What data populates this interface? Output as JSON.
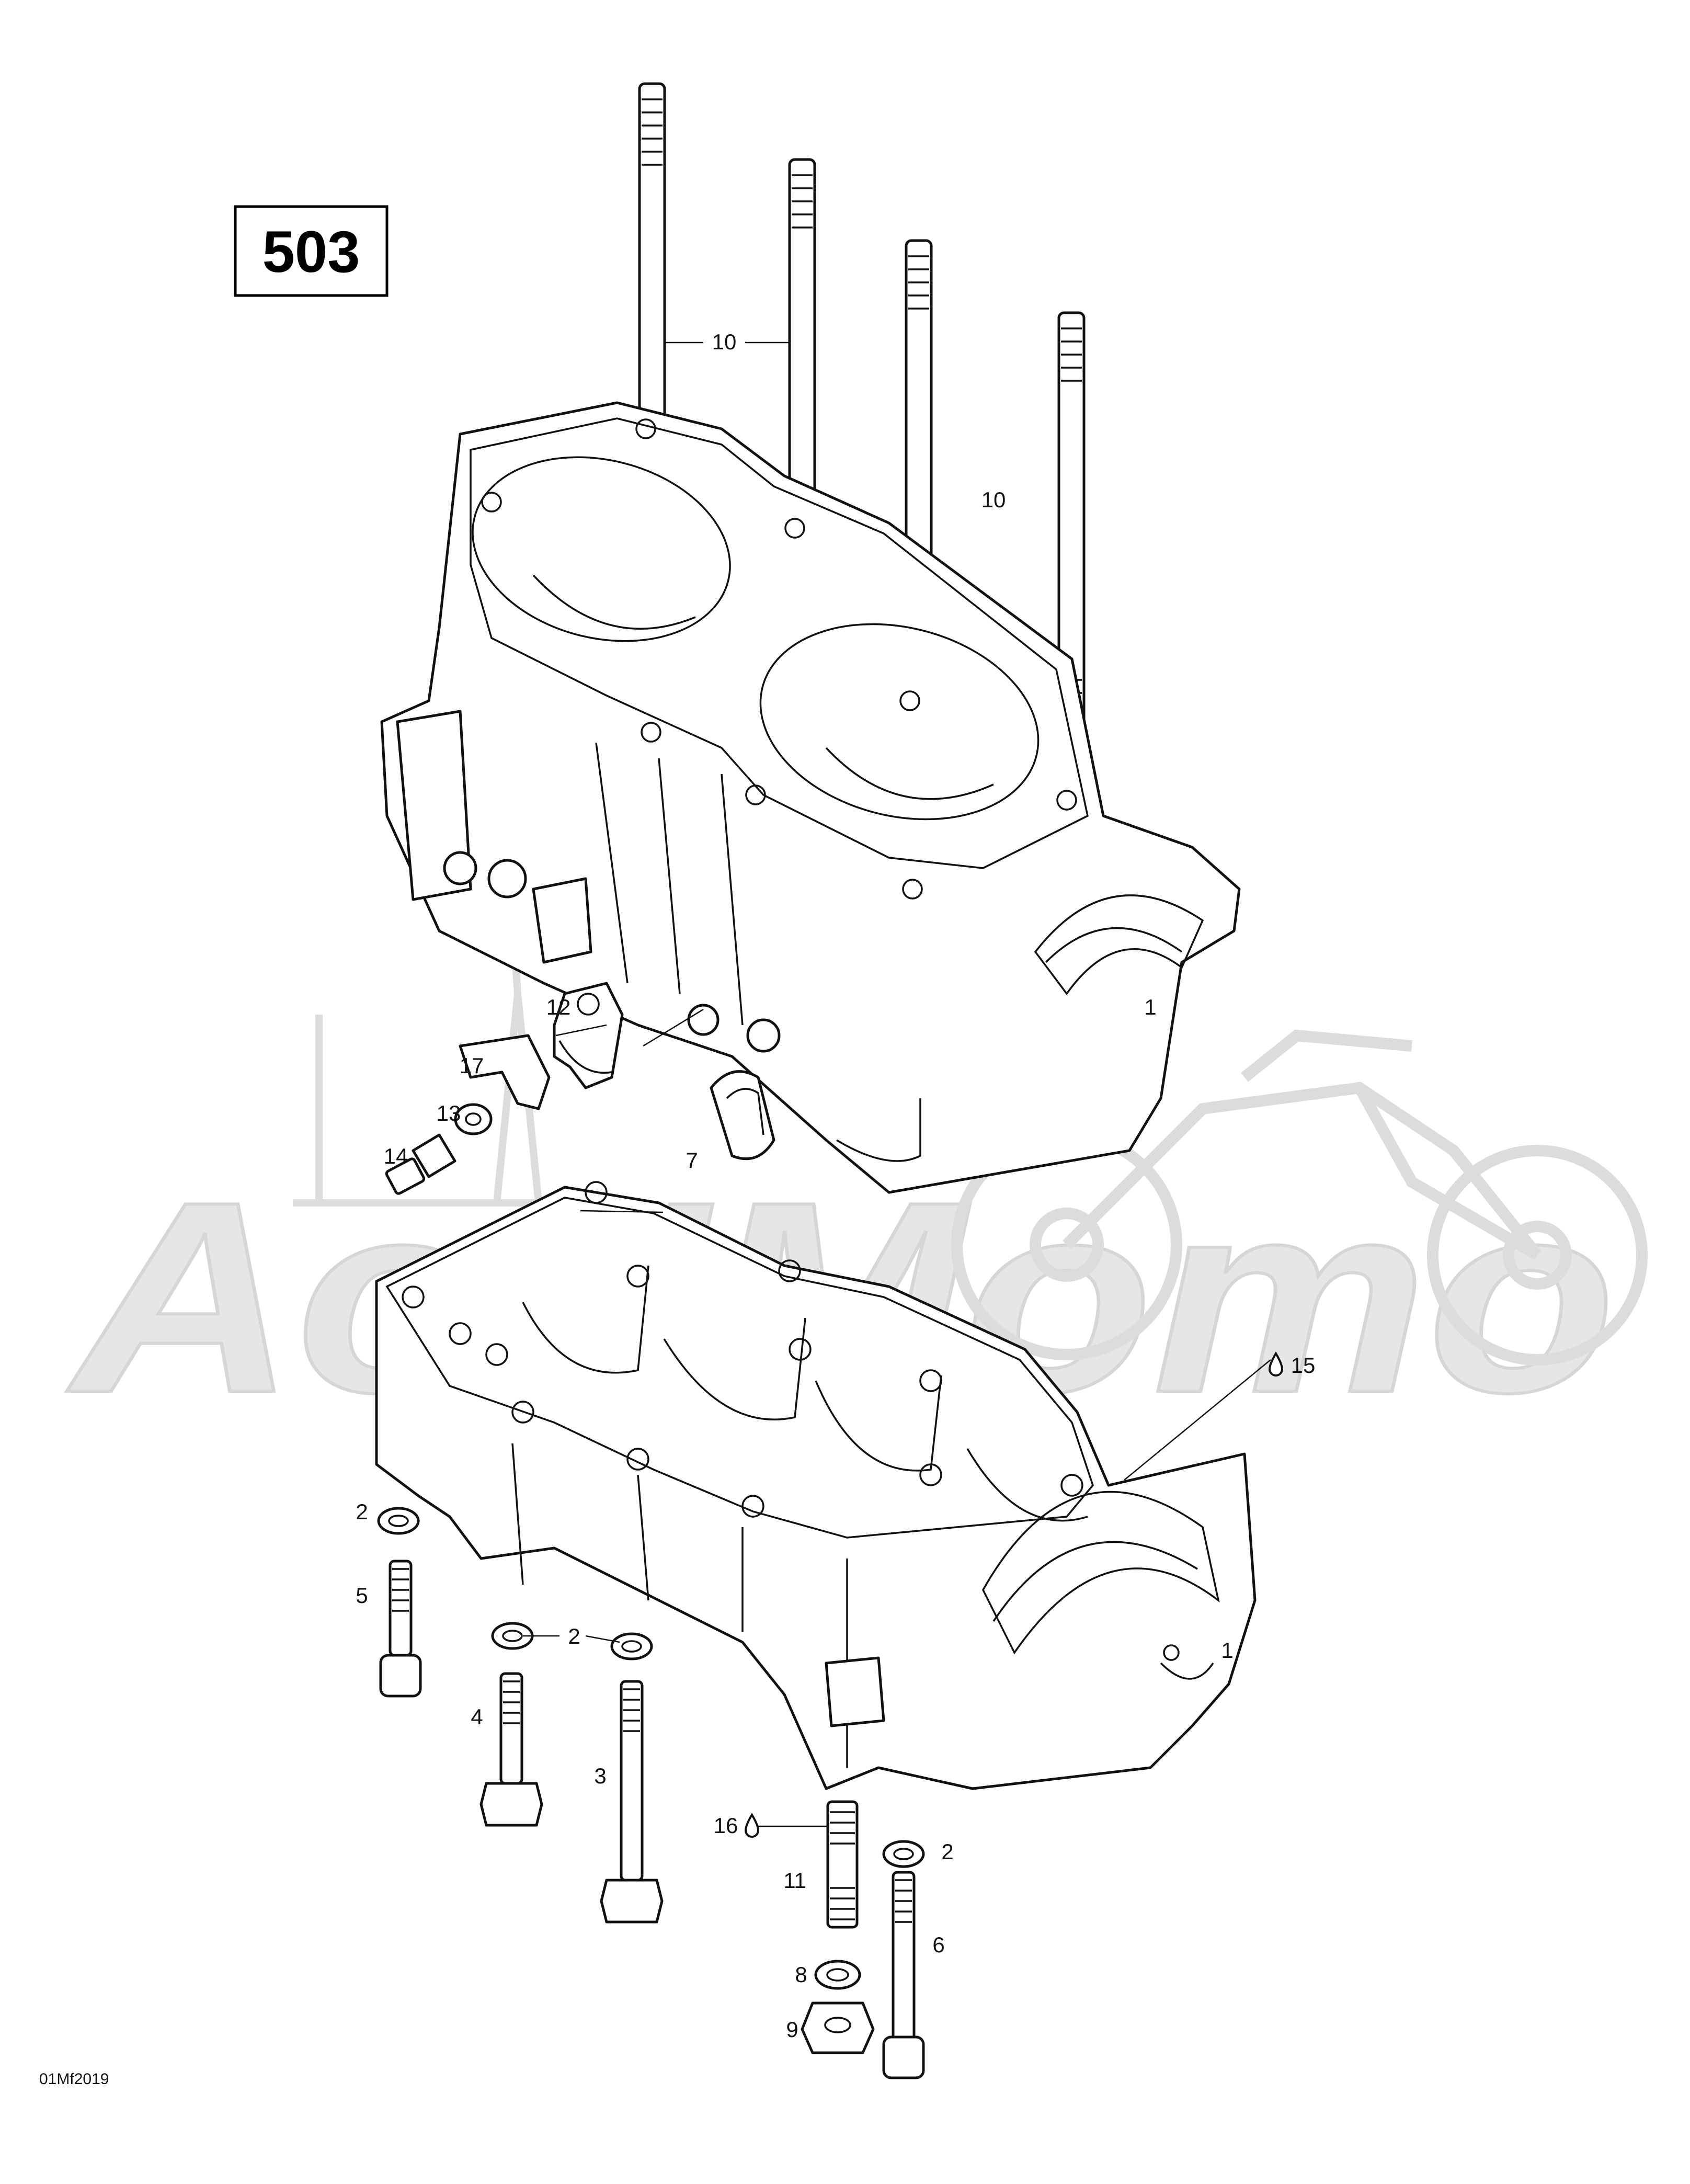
{
  "model_badge": "503",
  "drawing_code": "01Mf2019",
  "watermark": "AoHMomo",
  "colors": {
    "line": "#111111",
    "watermark": "#e2e2e2",
    "background": "#ffffff"
  },
  "callouts": {
    "c1_upper": "1",
    "c1_lower": "1",
    "c2_a": "2",
    "c2_b": "2",
    "c2_c": "2",
    "c3": "3",
    "c4": "4",
    "c5": "5",
    "c6": "6",
    "c7": "7",
    "c8": "8",
    "c9": "9",
    "c10_a": "10",
    "c10_b": "10",
    "c11": "11",
    "c12": "12",
    "c13": "13",
    "c14": "14",
    "c15": "15",
    "c16": "16",
    "c17": "17"
  },
  "icons": {
    "sealant": "drop-icon"
  }
}
